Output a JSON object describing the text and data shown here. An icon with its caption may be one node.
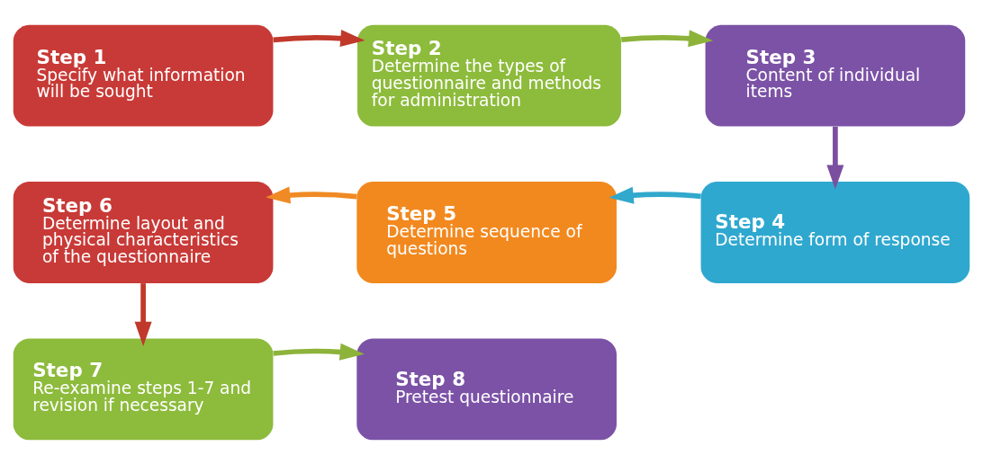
{
  "diagram": {
    "nodes": [
      {
        "text": [
          "Step 1",
          "Specify what information will be sought"
        ]
      },
      {
        "text": [
          "Step 2",
          "Determine the types of questionnaire and methods for administration"
        ]
      },
      {
        "text": [
          "Step 3",
          "Content of individual items"
        ]
      },
      {
        "text": [
          "Step 4",
          "Determine form of response"
        ]
      },
      {
        "text": [
          "Step 5",
          "Determine sequence of questions"
        ]
      },
      {
        "text": [
          "Step 6",
          "Determine layout and physical characteristics of the questionnaire"
        ]
      },
      {
        "text": [
          "Step 7",
          "Re-examine steps 1-7 and revision if necessary"
        ]
      },
      {
        "text": [
          "Step 8",
          "Pretest questionnaire"
        ]
      }
    ],
    "edges": [
      {
        "from": 0,
        "to": 1,
        "arrow": "to",
        "color": "#c0392b"
      },
      {
        "from": 1,
        "to": 2,
        "arrow": "to",
        "color": "#8db33a"
      },
      {
        "from": 2,
        "to": 3,
        "arrow": "to",
        "color": "#7b4fa0"
      },
      {
        "from": 3,
        "to": 4,
        "arrow": "to",
        "color": "#31a8cc"
      },
      {
        "from": 4,
        "to": 5,
        "arrow": "to",
        "color": "#f08a24"
      },
      {
        "from": 5,
        "to": 6,
        "arrow": "to",
        "color": "#c0392b"
      },
      {
        "from": 6,
        "to": 7,
        "arrow": "to",
        "color": "#8db33a"
      }
    ]
  }
}
